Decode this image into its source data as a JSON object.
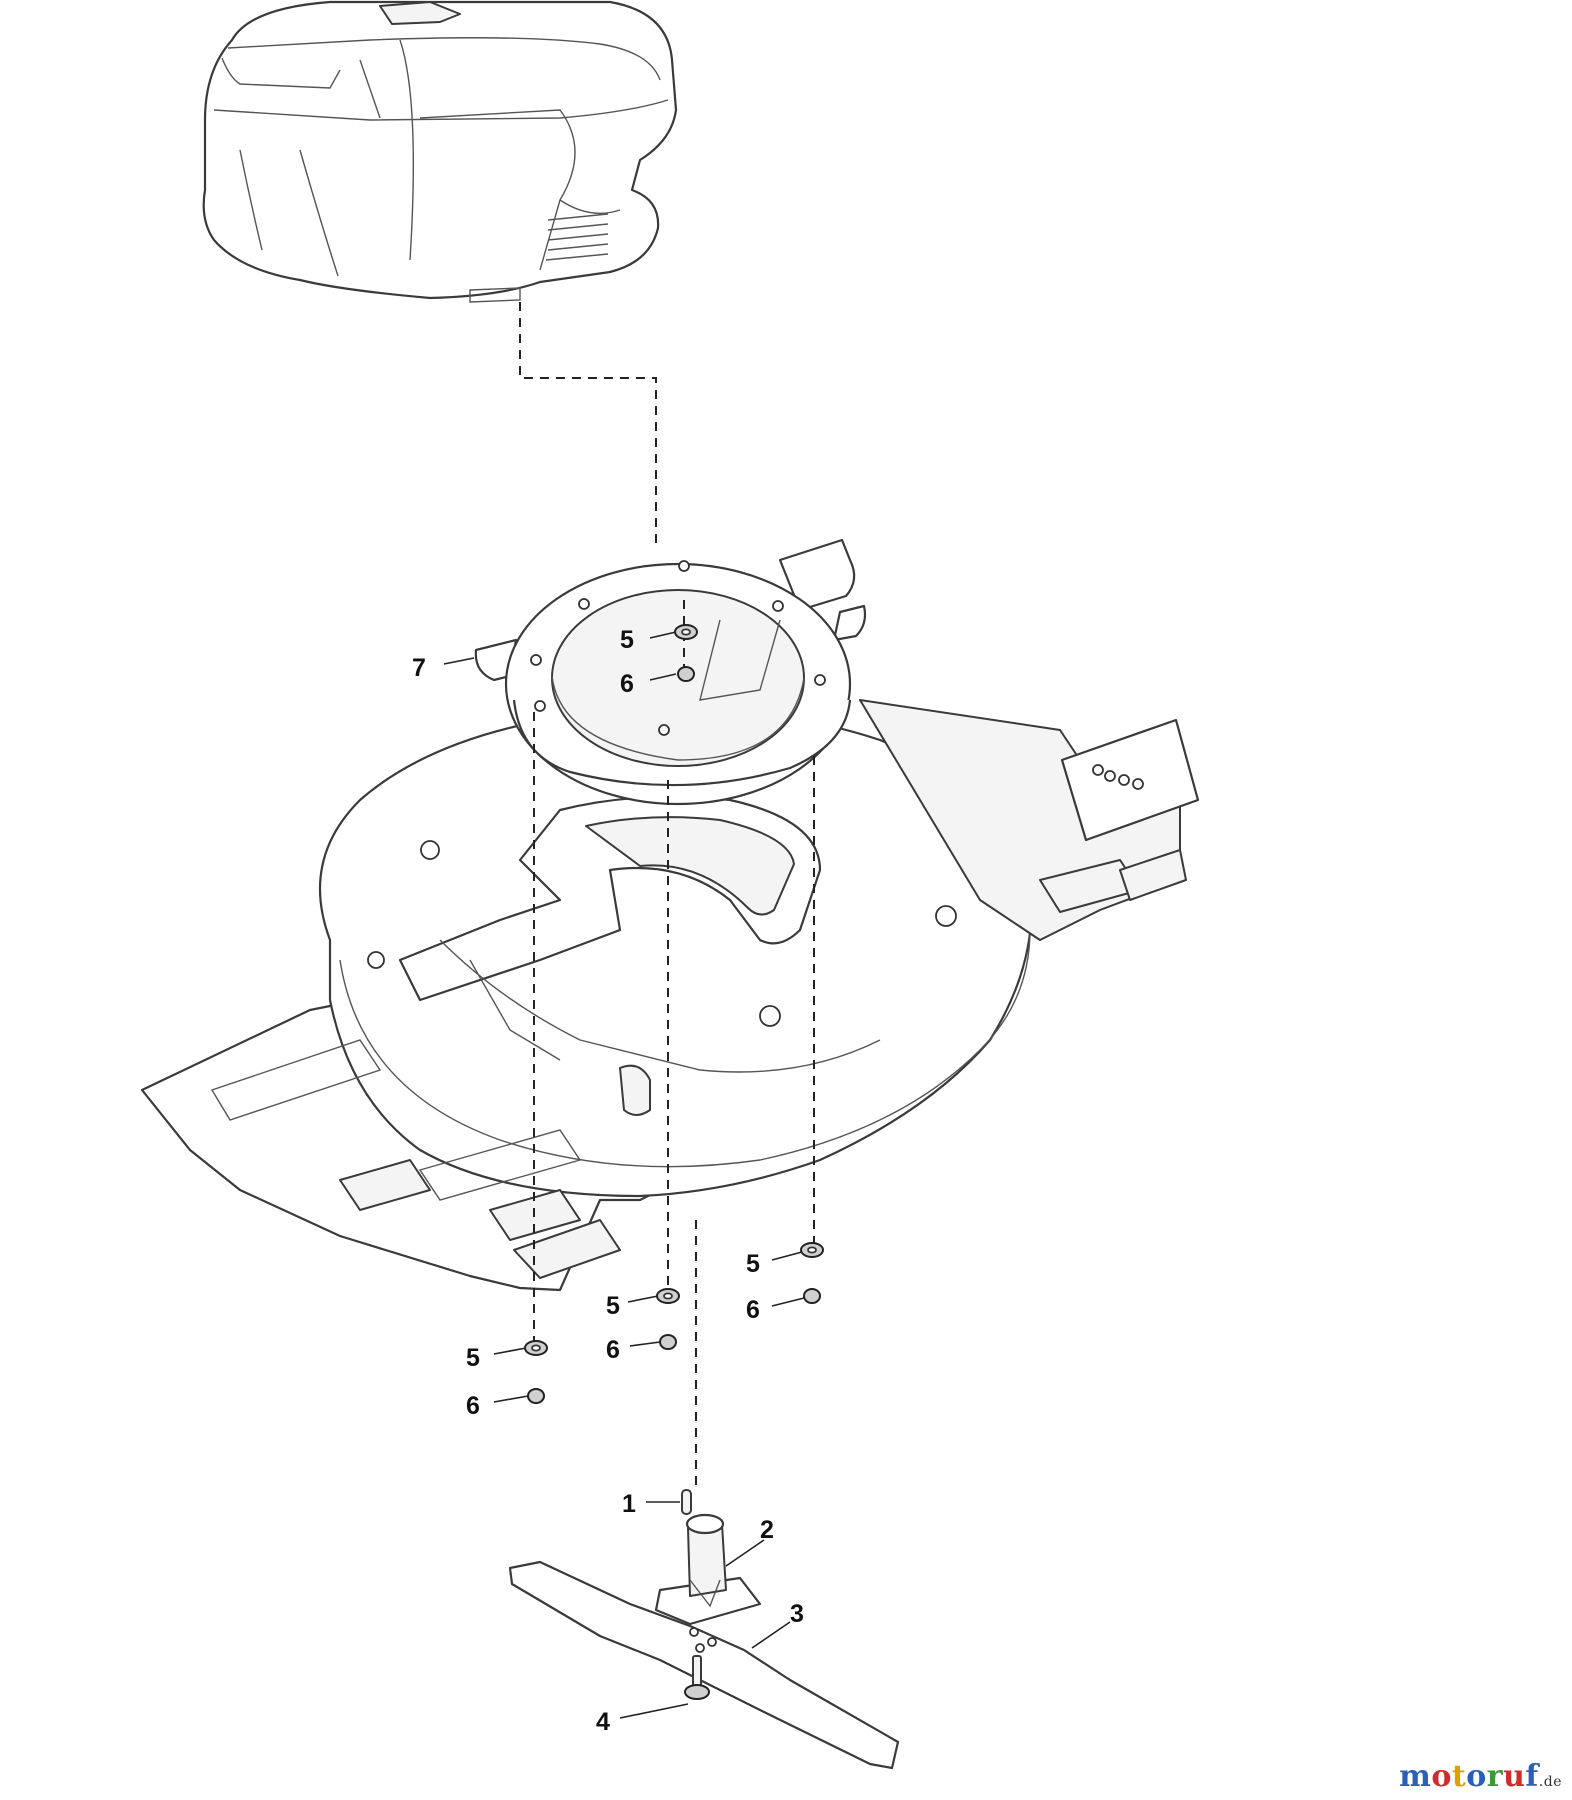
{
  "diagram": {
    "callouts": [
      {
        "id": "callout-1",
        "label": "1"
      },
      {
        "id": "callout-2",
        "label": "2"
      },
      {
        "id": "callout-3",
        "label": "3"
      },
      {
        "id": "callout-4",
        "label": "4"
      },
      {
        "id": "callout-5a",
        "label": "5"
      },
      {
        "id": "callout-6a",
        "label": "6"
      },
      {
        "id": "callout-7",
        "label": "7"
      },
      {
        "id": "callout-5b",
        "label": "5"
      },
      {
        "id": "callout-6b",
        "label": "6"
      },
      {
        "id": "callout-5c",
        "label": "5"
      },
      {
        "id": "callout-6c",
        "label": "6"
      },
      {
        "id": "callout-5d",
        "label": "5"
      },
      {
        "id": "callout-6d",
        "label": "6"
      }
    ]
  },
  "watermark": {
    "letters": [
      "m",
      "o",
      "t",
      "o",
      "r",
      "u",
      "f"
    ],
    "colors": [
      "#2b5fb8",
      "#d22b2b",
      "#e0a000",
      "#2b5fb8",
      "#3a9a3a",
      "#d22b2b",
      "#2b5fb8"
    ],
    "suffix": ".de"
  }
}
